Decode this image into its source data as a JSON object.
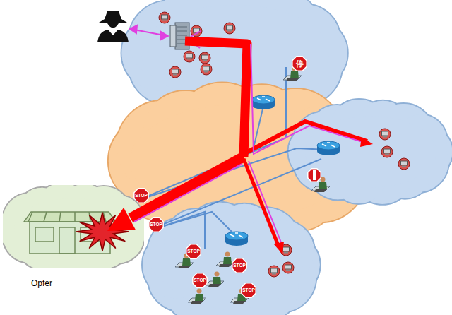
{
  "diagram": {
    "nodes": [
      {
        "text": [
          "Opfer"
        ]
      }
    ],
    "labels": [
      "停",
      "STOP",
      "STOP",
      "STOP",
      "STOP",
      "STOP",
      "STOP"
    ]
  }
}
